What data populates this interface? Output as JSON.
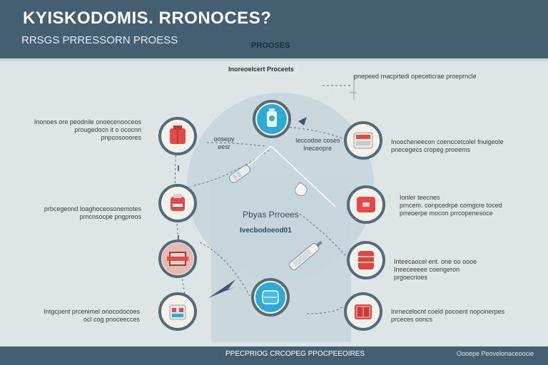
{
  "header": {
    "title": "KYISKODOMIS. RRONOCES?",
    "subtitle": "RRSGS PRRESSORN PROESS",
    "tab_label": "PROOSES"
  },
  "top_label": "Inoreoelcert Proceets",
  "top_right_text": "pnepeed rnacprtedi opeceticrae proeprncle",
  "center": {
    "title": "Pbyas Prroees",
    "badge": "Ivecbodoeod01"
  },
  "nodes": [
    {
      "id": "node-top-center",
      "icon": "bottle-icon",
      "color": "#2fa9d6"
    },
    {
      "id": "node-bottom-center",
      "icon": "spray-can-icon",
      "color": "#2fa9d6"
    },
    {
      "id": "node-left-1",
      "icon": "jacket-icon",
      "color": "#e34a4a"
    },
    {
      "id": "node-left-2",
      "icon": "pack-icon",
      "color": "#e34a4a"
    },
    {
      "id": "node-left-3",
      "icon": "gear-box-icon",
      "color": "#e34a4a"
    },
    {
      "id": "node-left-4",
      "icon": "bag-icon",
      "color": "#e34a4a"
    },
    {
      "id": "node-right-1",
      "icon": "machine-icon",
      "color": "#e34a4a"
    },
    {
      "id": "node-right-2",
      "icon": "box-icon",
      "color": "#e34a4a"
    },
    {
      "id": "node-right-3",
      "icon": "stack-icon",
      "color": "#e34a4a"
    },
    {
      "id": "node-right-4",
      "icon": "crate-icon",
      "color": "#e34a4a"
    }
  ],
  "left_labels": [
    {
      "lines": [
        "Inonoes ore peodnile onoecenooceos",
        "prougedocn it o ococnn",
        "pnpcosooores"
      ]
    },
    {
      "lines": [
        "prbcegeond Ioaghoceosonemotes",
        "prncnsocpe pngpreos"
      ]
    },
    {
      "lines": [
        "Intgcpent prcenimel onocodocoes",
        "ocl cog pnoceecces"
      ]
    }
  ],
  "middle_labels": [
    {
      "lines": [
        "oosepy",
        "eesr"
      ]
    },
    {
      "lines": [
        "Ieccodoe coses",
        "Ineceopre"
      ]
    }
  ],
  "right_labels": [
    {
      "lines": [
        "Inoocheneecon coenccetcolel fnuigeole",
        "pnecegecs cropeg proeems"
      ]
    },
    {
      "lines": [
        "Ionler teecnes",
        "prncem. conpcedrpe comgcre toced",
        "prreoerpe mocon prrcopenesoce"
      ]
    },
    {
      "lines": [
        "Inteecaocel ent. one oo oooe",
        "Ineeceeeee coengeron",
        "prgoecrioes"
      ]
    },
    {
      "lines": [
        "Inrnecelocnt coeld pocoent nopcinerpes",
        "prceces ooncs"
      ]
    }
  ],
  "footer": {
    "center": "PPECPRIOG CRCOPEG PPOCPEEOIRES",
    "right": "Oooepe Peovelonaceoocie"
  },
  "colors": {
    "header": "#445f72",
    "ring": "#566b78",
    "accent_red": "#e34a4a",
    "accent_blue": "#2fa9d6",
    "background": "#dde5e6"
  }
}
